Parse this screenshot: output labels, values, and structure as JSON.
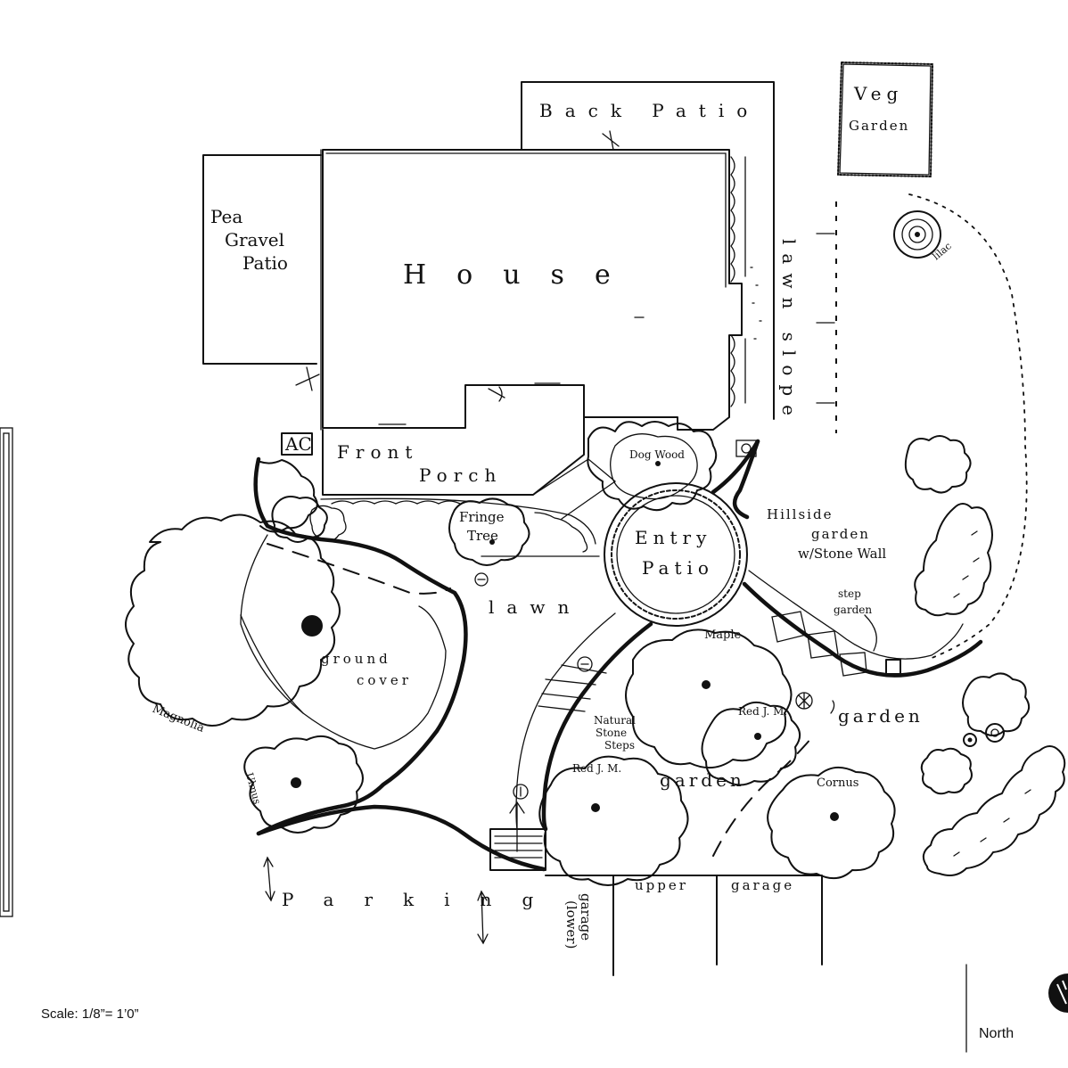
{
  "labels": {
    "back_patio": "Back Patio",
    "veg_garden_line1": "Veg",
    "veg_garden_line2": "Garden",
    "pea_gravel_line1": "Pea",
    "pea_gravel_line2": "Gravel",
    "pea_gravel_line3": "Patio",
    "house": "House",
    "lawn_slope": "lawn slope",
    "lilac": "lilac",
    "ac": "AC",
    "front_porch_line1": "Front",
    "front_porch_line2": "Porch",
    "dogwood": "Dog Wood",
    "fringe_tree_line1": "Fringe",
    "fringe_tree_line2": "Tree",
    "entry_patio_line1": "Entry",
    "entry_patio_line2": "Patio",
    "hillside_line1": "Hillside",
    "hillside_line2": "garden",
    "hillside_line3": "w/Stone Wall",
    "step_garden_line1": "step",
    "step_garden_line2": "garden",
    "lawn": "lawn",
    "ground_cover_line1": "ground",
    "ground_cover_line2": "cover",
    "magnolia": "Magnolia",
    "maple": "Maple",
    "red_jm_right": "Red J. M.",
    "garden_right": "garden",
    "natural_stone_line1": "Natural",
    "natural_stone_line2": "Stone",
    "natural_stone_line3": "Steps",
    "red_jm_left": "Red J. M.",
    "garden_center": "garden",
    "cornus": "Cornus",
    "ulmus": "Ulmus",
    "parking": "Parking",
    "garage_lower_line1": "garage",
    "garage_lower_line2": "(lower)",
    "upper_garage_line1": "upper",
    "upper_garage_line2": "garage"
  },
  "scale": "Scale: 1/8”= 1’0”",
  "north": "North",
  "icons": {
    "north_arrow": "north-arrow-icon"
  }
}
